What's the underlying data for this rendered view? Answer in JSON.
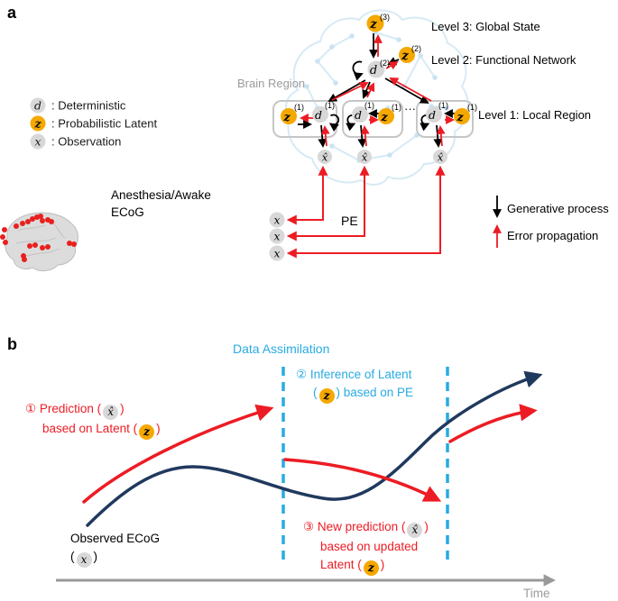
{
  "figure": {
    "panel_a_label": "a",
    "panel_b_label": "b"
  },
  "colors": {
    "orange": "#F5A800",
    "node_gray": "#D8D8D8",
    "red": "#EC1C24",
    "navy": "#20395E",
    "cyan": "#29ABE2",
    "muted_gray": "#9B9B9B"
  },
  "panel_a": {
    "legend": {
      "d_symbol": "d",
      "d_label": ": Deterministic",
      "z_symbol": "z",
      "z_label": ": Probabilistic Latent",
      "x_symbol": "x",
      "x_label": ": Observation"
    },
    "ecog_caption_line1": "Anesthesia/Awake",
    "ecog_caption_line2": "ECoG",
    "brain_region_label": "Brain Region",
    "level3_label": "Level 3: Global State",
    "level2_label": "Level 2: Functional Network",
    "level1_label": "Level 1: Local Region",
    "pe_label": "PE",
    "ellipsis": "···",
    "nodes": {
      "z3_base": "z",
      "z3_sup": "(3)",
      "z2_base": "z",
      "z2_sup": "(2)",
      "d2_base": "d",
      "d2_sup": "(2)",
      "z1_base": "z",
      "z1_sup": "(1)",
      "d1_base": "d",
      "d1_sup": "(1)",
      "xhat": "x̂",
      "x": "x"
    },
    "arrow_legend": {
      "generative": "Generative process",
      "error": "Error propagation"
    }
  },
  "panel_b": {
    "title": "Data Assimilation",
    "step1": {
      "line1_pre": "① Prediction (",
      "token1": "x̂",
      "line1_post": ")",
      "line2_pre": "based on Latent (",
      "token2": "z",
      "line2_post": ")"
    },
    "step2": {
      "line1": "② Inference of Latent",
      "line2_pre": "(",
      "token": "z",
      "line2_post": ") based on PE"
    },
    "step3": {
      "line1_pre": "③ New prediction (",
      "token1": "x̂",
      "line1_post": ")",
      "line2": "based on updated",
      "line3_pre": "Latent (",
      "token2": "z",
      "line3_post": ")"
    },
    "observed": {
      "line1": "Observed ECoG",
      "line2_pre": "(",
      "token": "x",
      "line2_post": ")"
    },
    "time_label": "Time"
  }
}
